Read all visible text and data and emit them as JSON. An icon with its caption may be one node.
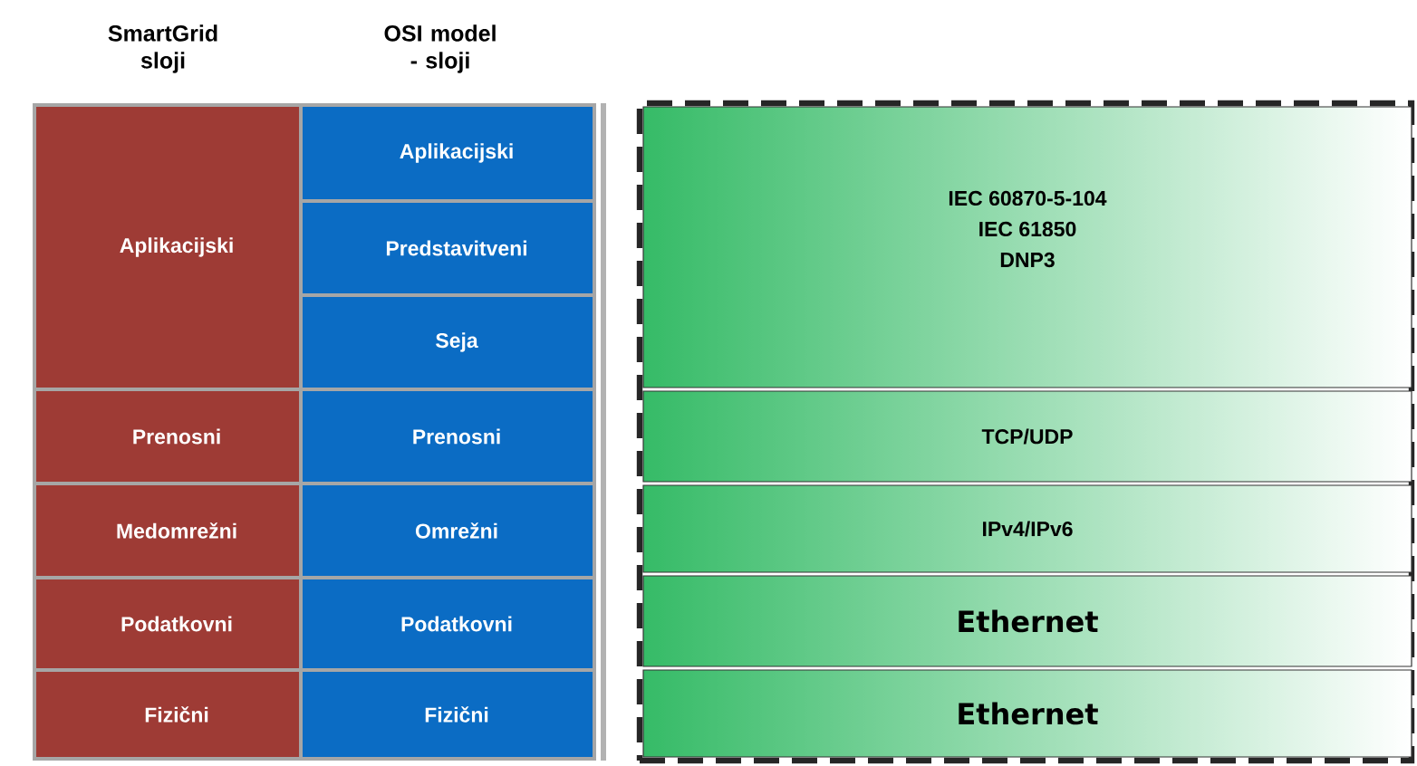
{
  "diagram": {
    "nodes": [
      {
        "text": [
          "Aplikacijski"
        ]
      },
      {
        "text": [
          "Aplikacijski"
        ]
      },
      {
        "text": [
          "Predstavitveni"
        ]
      },
      {
        "text": [
          "Seja"
        ]
      },
      {
        "text": [
          "Prenosni"
        ]
      },
      {
        "text": [
          "Prenosni"
        ]
      },
      {
        "text": [
          "Medomrežni"
        ]
      },
      {
        "text": [
          "Omrežni"
        ]
      },
      {
        "text": [
          "Podatkovni"
        ]
      },
      {
        "text": [
          "Podatkovni"
        ]
      },
      {
        "text": [
          "Fizični"
        ]
      },
      {
        "text": [
          "Fizični"
        ]
      },
      {
        "text": [],
        "shape": "box"
      },
      {
        "text": [
          "IEC 60870-5-104",
          "IEC 61850",
          "DNP3"
        ],
        "in": 12
      },
      {
        "text": [
          "TCP/UDP"
        ],
        "in": 12
      },
      {
        "text": [
          "IPv4/IPv6"
        ],
        "in": 12
      },
      {
        "text": [
          "Ethernet"
        ],
        "in": 12
      },
      {
        "text": [
          "Ethernet"
        ],
        "in": 12
      }
    ],
    "labels": [
      "SmartGrid sloji",
      "OSI model - sloji"
    ]
  }
}
